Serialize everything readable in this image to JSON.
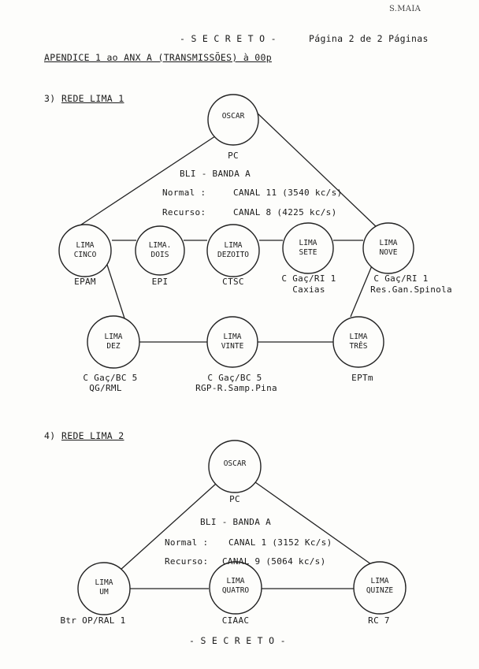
{
  "annotation": "S.MAIA",
  "header": {
    "classification": "- S E C R E T O -",
    "page": "Página 2 de 2 Páginas",
    "appendix": "APENDICE 1 ao ANX A (TRANSMISSÕES) à 00p"
  },
  "net1": {
    "heading_num": "3)",
    "heading": "REDE LIMA 1",
    "band": "BLI - BANDA A",
    "normal_label": "Normal :",
    "normal_value": "CANAL 11  (3540 kc/s)",
    "recurso_label": "Recurso:",
    "recurso_value": "CANAL  8  (4225 kc/s)",
    "nodes": {
      "oscar": {
        "name": "OSCAR",
        "caption": "PC"
      },
      "cinco": {
        "l1": "LIMA",
        "l2": "CINCO",
        "caption": "EPAM"
      },
      "dois": {
        "l1": "LIMA.",
        "l2": "DOIS",
        "caption": "EPI"
      },
      "dezoito": {
        "l1": "LIMA",
        "l2": "DEZOITO",
        "caption": "CTSC"
      },
      "sete": {
        "l1": "LIMA",
        "l2": "SETE",
        "caption1": "C Gaç/RI 1",
        "caption2": "Caxias"
      },
      "nove": {
        "l1": "LIMA",
        "l2": "NOVE",
        "caption1": "C Gaç/RI 1",
        "caption2": "Res.Gan.Spinola"
      },
      "dez": {
        "l1": "LIMA",
        "l2": "DEZ",
        "caption1": "C Gaç/BC 5",
        "caption2": "QG/RML"
      },
      "vinte": {
        "l1": "LIMA",
        "l2": "VINTE",
        "caption1": "C Gaç/BC 5",
        "caption2": "RGP-R.Samp.Pina"
      },
      "tres": {
        "l1": "LIMA",
        "l2": "TRÊS",
        "caption": "EPTm"
      }
    }
  },
  "net2": {
    "heading_num": "4)",
    "heading": "REDE LIMA 2",
    "band": "BLI - BANDA A",
    "normal_label": "Normal :",
    "normal_value": "CANAL 1 (3152 Kc/s)",
    "recurso_label": "Recurso:",
    "recurso_value": "CANAL 9 (5064 kc/s)",
    "nodes": {
      "oscar": {
        "name": "OSCAR",
        "caption": "PC"
      },
      "um": {
        "l1": "LIMA",
        "l2": "UM",
        "caption": "Btr OP/RAL 1"
      },
      "quatro": {
        "l1": "LIMA",
        "l2": "QUATRO",
        "caption": "CIAAC"
      },
      "quinze": {
        "l1": "LIMA",
        "l2": "QUINZE",
        "caption": "RC 7"
      }
    }
  },
  "footer": {
    "classification": "- S E C R E T O -"
  }
}
